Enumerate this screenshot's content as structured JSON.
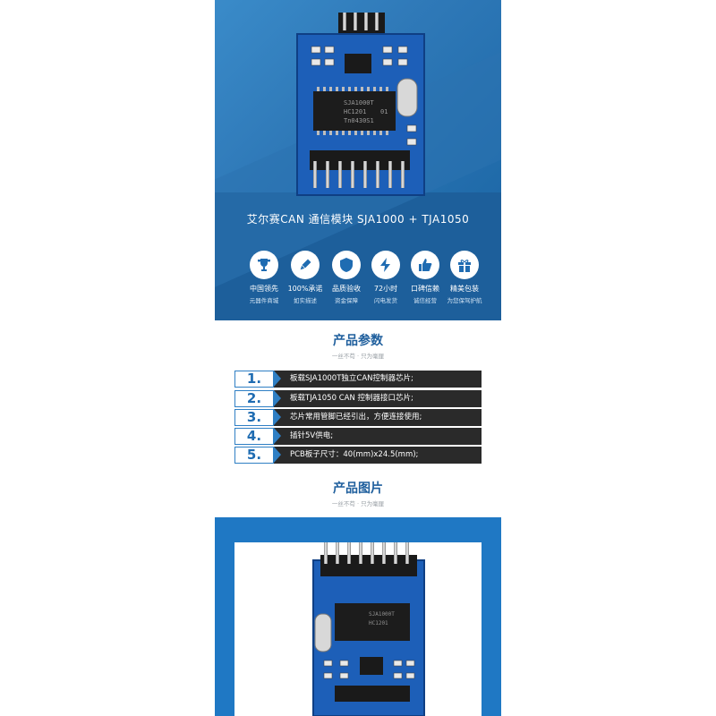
{
  "hero": {
    "title": "艾尔赛CAN 通信模块 SJA1000 + TJA1050",
    "chip_text": [
      "SJA1000T",
      "HC1201",
      "Tn0430S1"
    ],
    "chip_side_label": "01",
    "features": [
      {
        "icon": "trophy-icon",
        "line1": "中国领先",
        "line2": "元器件商城"
      },
      {
        "icon": "pen-icon",
        "line1": "100%承诺",
        "line2": "如实描述"
      },
      {
        "icon": "shield-icon",
        "line1": "品质验收",
        "line2": "资金保障"
      },
      {
        "icon": "lightning-icon",
        "line1": "72小时",
        "line2": "闪电发货"
      },
      {
        "icon": "thumbs-up-icon",
        "line1": "口碑信赖",
        "line2": "诚信经营"
      },
      {
        "icon": "gift-icon",
        "line1": "精美包装",
        "line2": "为您保驾护航"
      }
    ]
  },
  "params": {
    "title": "产品参数",
    "subtitle": "一丝不苟 · 只为毫厘",
    "rows": [
      {
        "num": "1.",
        "text": "板载SJA1000T独立CAN控制器芯片;"
      },
      {
        "num": "2.",
        "text": "板载TJA1050 CAN 控制器接口芯片;"
      },
      {
        "num": "3.",
        "text": "芯片常用管脚已经引出，方便连接使用;"
      },
      {
        "num": "4.",
        "text": "插针5V供电;"
      },
      {
        "num": "5.",
        "text": "PCB板子尺寸：40(mm)x24.5(mm);"
      }
    ]
  },
  "photos": {
    "title": "产品图片",
    "subtitle": "一丝不苟 · 只为毫厘",
    "chip_text": [
      "SJA1000T",
      "HC1201"
    ]
  },
  "colors": {
    "brand_blue": "#1f78c4",
    "pcb_blue": "#1d5fb8",
    "row_dark": "#2a2a2a"
  }
}
